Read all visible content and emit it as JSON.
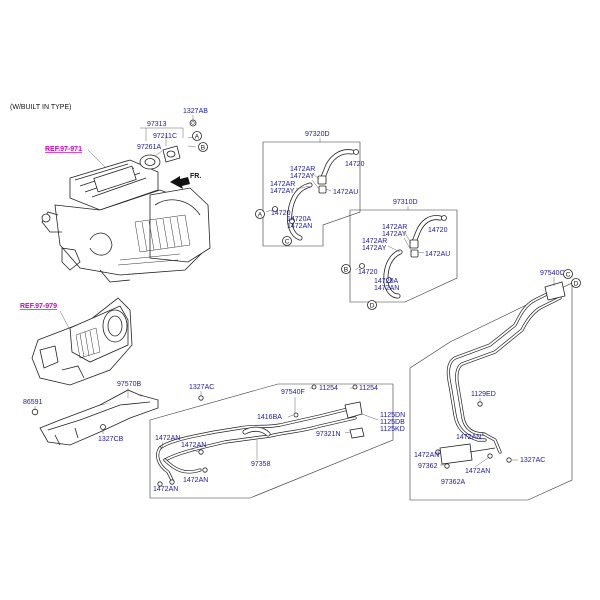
{
  "header": {
    "note": "(W/BUILT IN TYPE)"
  },
  "refs": {
    "ref1": "REF.97-971",
    "ref2": "REF.97-979"
  },
  "direction": {
    "label": "FR."
  },
  "callouts": {
    "a": "A",
    "b": "B",
    "c": "C",
    "d": "D"
  },
  "labels": {
    "p1327AB": "1327AB",
    "p97313": "97313",
    "p97211C": "97211C",
    "p97261A": "97261A",
    "p97570B": "97570B",
    "p86591": "86591",
    "p1327CB": "1327CB",
    "p1327AC_mid": "1327AC",
    "p97320D": "97320D",
    "g1_1472AR": "1472AR",
    "g1_1472AY": "1472AY",
    "g1_1472AR_b": "1472AR",
    "g1_1472AY_b": "1472AY",
    "g1_14720_top": "14720",
    "g1_1472AU": "1472AU",
    "g1_14720_left": "14720",
    "g1_14720A": "14720A",
    "g1_1472AN": "1472AN",
    "p97310D": "97310D",
    "g2_1472AR": "1472AR",
    "g2_1472AY": "1472AY",
    "g2_14720_top": "14720",
    "g2_1472AR_b": "1472AR",
    "g2_1472AY_b": "1472AY",
    "g2_1472AU": "1472AU",
    "g2_14720_left": "14720",
    "g2_14720A": "14720A",
    "g2_1472AN": "1472AN",
    "p97540C": "97540C",
    "p97540F": "97540F",
    "p11254_a": "11254",
    "p11254_b": "11254",
    "p1416BA": "1416BA",
    "p1125DN": "1125DN",
    "p1125DB": "1125DB",
    "p1125KD": "1125KD",
    "p97321N": "97321N",
    "p97358": "97358",
    "h_1472AN_1": "1472AN",
    "h_1472AN_2": "1472AN",
    "h_1472AN_3": "1472AN",
    "h_1472AN_4": "1472AN",
    "p1129ED": "1129ED",
    "r_1472AN_1": "1472AN",
    "r_1472AN_2": "1472AN",
    "r_1472AN_3": "1472AN",
    "p97362": "97362",
    "p97362A": "97362A",
    "p1327AC_right": "1327AC"
  }
}
